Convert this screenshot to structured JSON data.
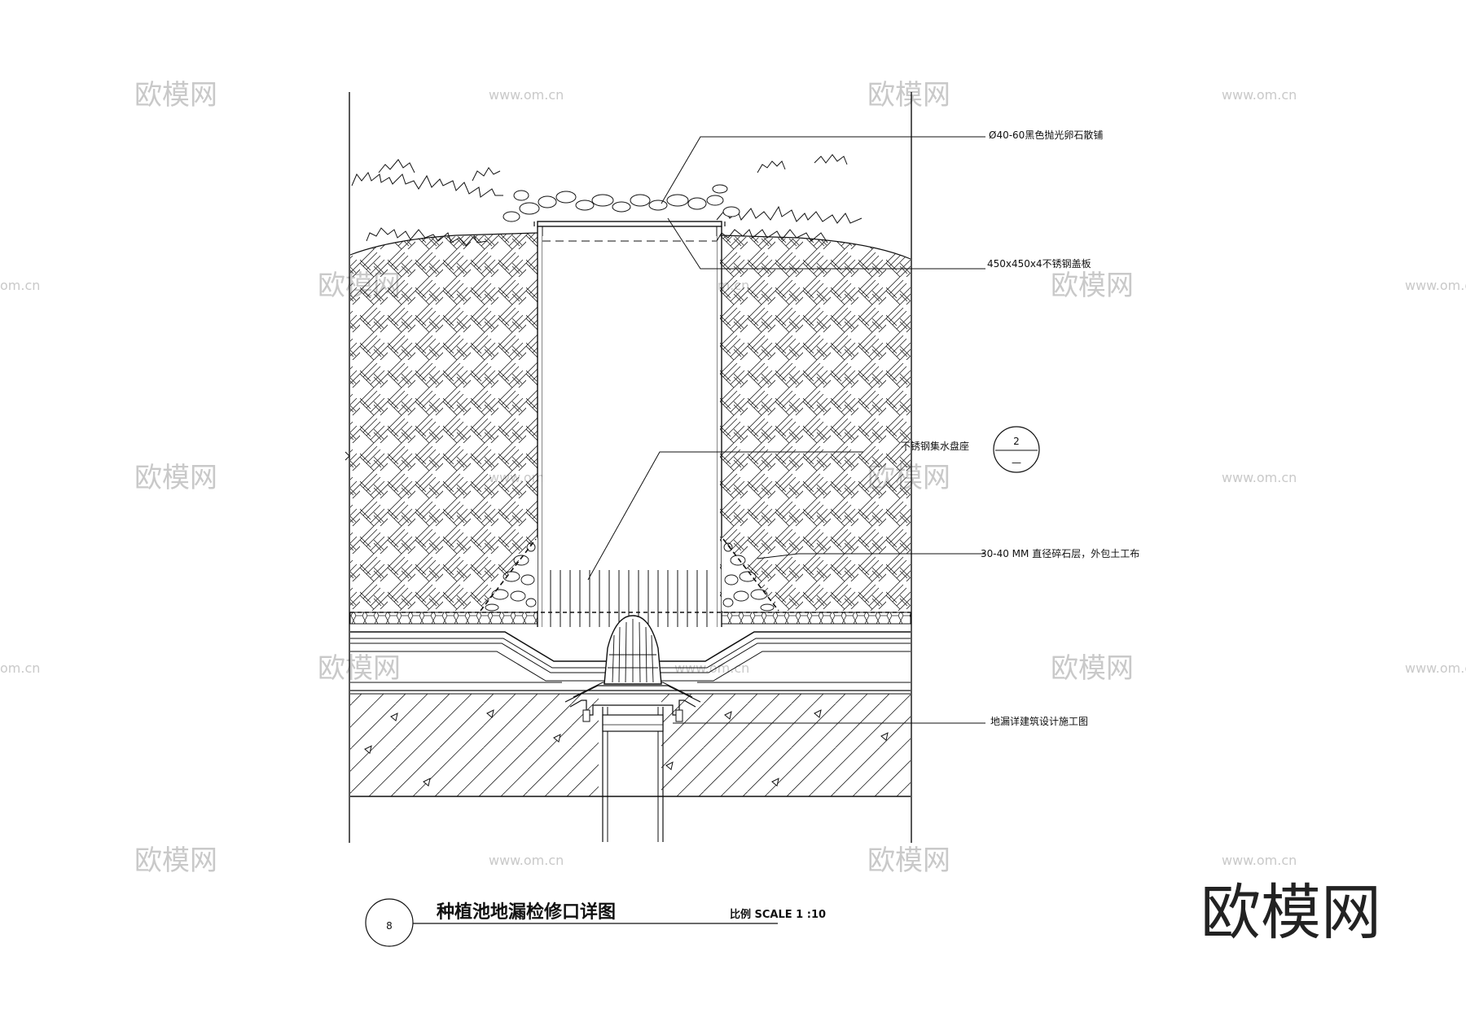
{
  "watermark": {
    "logo_text": "欧模网",
    "site_text": "www.om.cn",
    "site_text_cut": "om.cn"
  },
  "labels": {
    "pebble_paving": "Ø40-60黑色抛光卵石散铺",
    "steel_cover": "450x450x4不锈钢盖板",
    "tray_seat": "不锈钢集水盘座",
    "gravel_layer": "30-40 MM 直径碎石层，外包土工布",
    "floor_drain": "地漏详建筑设计施工图"
  },
  "callout": {
    "number": "2",
    "sheet": "—"
  },
  "title_block": {
    "detail_number": "8",
    "title": "种植池地漏检修口详图",
    "scale": "比例 SCALE 1 :10"
  },
  "brand_mark": "欧模网"
}
